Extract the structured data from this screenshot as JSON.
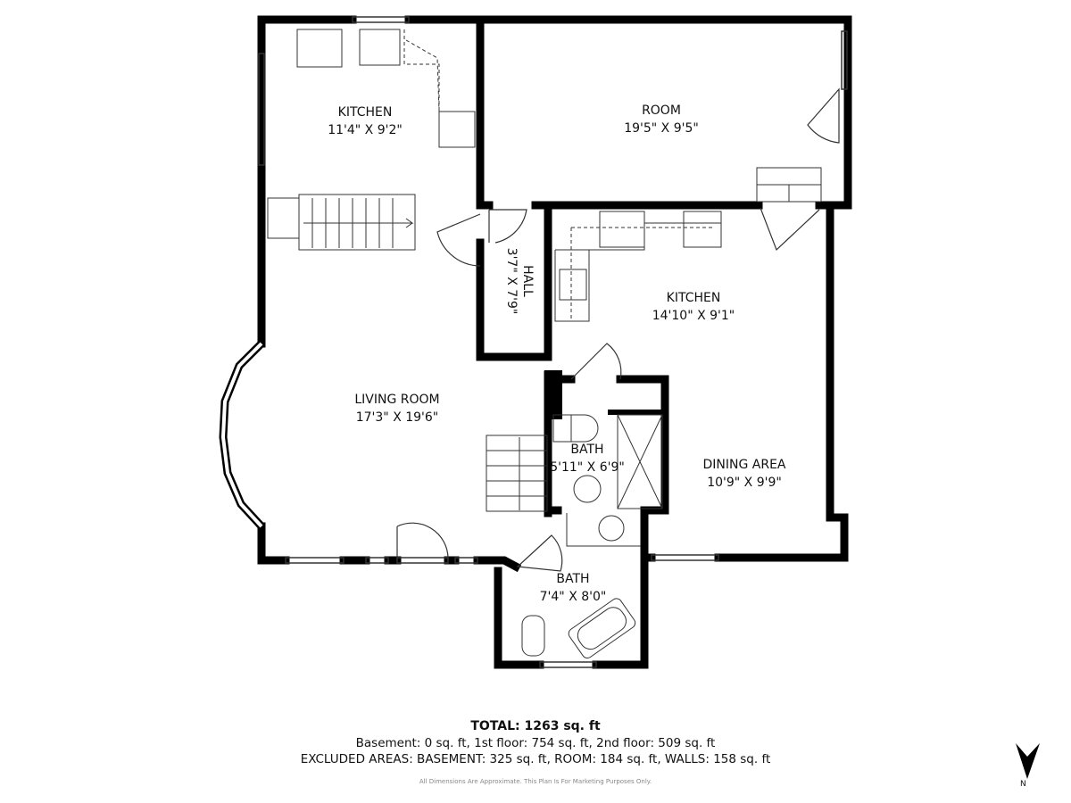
{
  "rooms": [
    {
      "name": "KITCHEN",
      "dims": "11'4\" X 9'2\""
    },
    {
      "name": "ROOM",
      "dims": "19'5\" X 9'5\""
    },
    {
      "name": "HALL",
      "dims": "3'7\" X 7'9\""
    },
    {
      "name": "KITCHEN",
      "dims": "14'10\" X 9'1\""
    },
    {
      "name": "LIVING ROOM",
      "dims": "17'3\" X 19'6\""
    },
    {
      "name": "BATH",
      "dims": "5'11\" X 6'9\""
    },
    {
      "name": "DINING AREA",
      "dims": "10'9\" X 9'9\""
    },
    {
      "name": "BATH",
      "dims": "7'4\" X 8'0\""
    }
  ],
  "summary": {
    "total": "TOTAL: 1263 sq. ft",
    "floors": "Basement: 0 sq. ft, 1st floor: 754 sq. ft, 2nd floor: 509 sq. ft",
    "excluded": "EXCLUDED AREAS: BASEMENT: 325 sq. ft, ROOM: 184 sq. ft, WALLS: 158 sq. ft",
    "disclaimer": "All Dimensions Are Approximate. This Plan Is For Marketing Purposes Only."
  },
  "compass": {
    "label": "N",
    "icon": "north-arrow-icon"
  },
  "colors": {
    "wall": "#000000",
    "line": "#333333",
    "background": "#ffffff"
  }
}
